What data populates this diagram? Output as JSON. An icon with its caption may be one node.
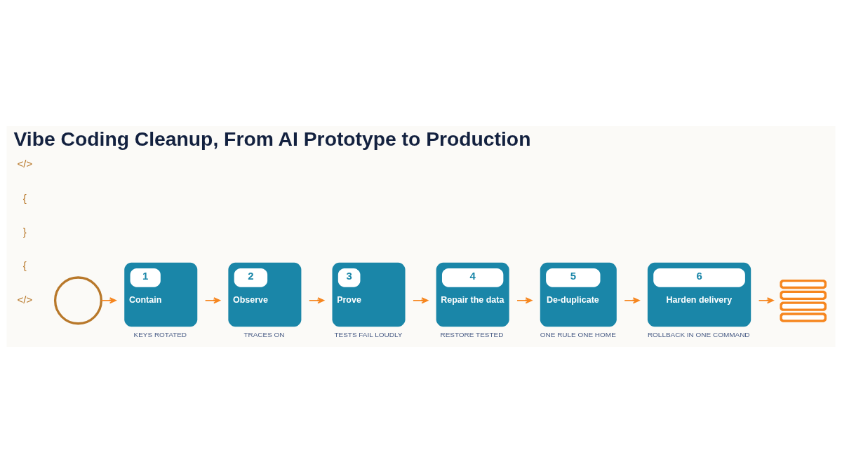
{
  "diagram": {
    "title": "Vibe Coding Cleanup, From AI Prototype to Production",
    "nodes": [
      {
        "text": [],
        "shape": "circle"
      },
      {
        "text": [
          "1",
          "Contain"
        ],
        "beside": [
          "KEYS ROTATED"
        ]
      },
      {
        "text": [
          "2",
          "Observe"
        ],
        "beside": [
          "TRACES ON"
        ]
      },
      {
        "text": [
          "3",
          "Prove"
        ],
        "beside": [
          "TESTS FAIL LOUDLY"
        ]
      },
      {
        "text": [
          "4",
          "Repair the data"
        ],
        "beside": [
          "RESTORE TESTED"
        ]
      },
      {
        "text": [
          "5",
          "De-duplicate"
        ],
        "beside": [
          "ONE RULE ONE HOME"
        ]
      },
      {
        "text": [
          "6",
          "Harden delivery"
        ],
        "beside": [
          "ROLLBACK IN ONE COMMAND"
        ]
      },
      {
        "text": [],
        "shape": "server"
      }
    ],
    "edges": [
      {
        "from": 0,
        "to": 1,
        "arrow": "to"
      },
      {
        "from": 1,
        "to": 2,
        "arrow": "to"
      },
      {
        "from": 2,
        "to": 3,
        "arrow": "to"
      },
      {
        "from": 3,
        "to": 4,
        "arrow": "to"
      },
      {
        "from": 4,
        "to": 5,
        "arrow": "to"
      },
      {
        "from": 5,
        "to": 6,
        "arrow": "to"
      },
      {
        "from": 6,
        "to": 7,
        "arrow": "to"
      }
    ],
    "labels": [
      "</>",
      "{",
      "}",
      "{",
      "</>"
    ]
  }
}
